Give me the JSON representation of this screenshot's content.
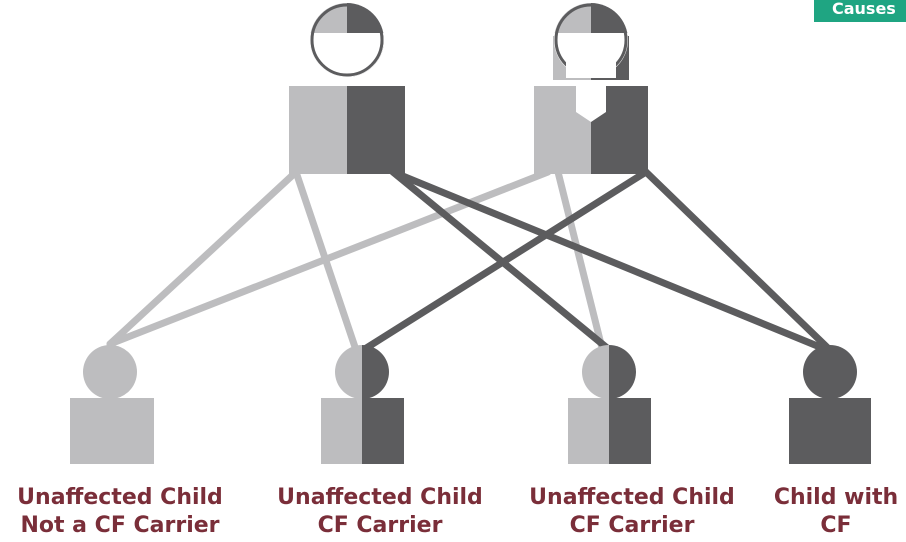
{
  "colors": {
    "light": "#bdbdbf",
    "dark": "#5c5c5e",
    "label": "#7a2e39",
    "badge_bg": "#1fa582",
    "badge_text": "#ffffff"
  },
  "badge": {
    "text": "Causes"
  },
  "parents": [
    {
      "name": "father",
      "icon": "father-carrier-icon"
    },
    {
      "name": "mother",
      "icon": "mother-carrier-icon"
    }
  ],
  "children": [
    {
      "line1": "Unaffected Child",
      "line2": "Not a CF Carrier",
      "fill": "light"
    },
    {
      "line1": "Unaffected Child",
      "line2": "CF Carrier",
      "fill": "half"
    },
    {
      "line1": "Unaffected Child",
      "line2": "CF Carrier",
      "fill": "half"
    },
    {
      "line1": "Child with",
      "line2": "CF",
      "fill": "dark"
    }
  ]
}
